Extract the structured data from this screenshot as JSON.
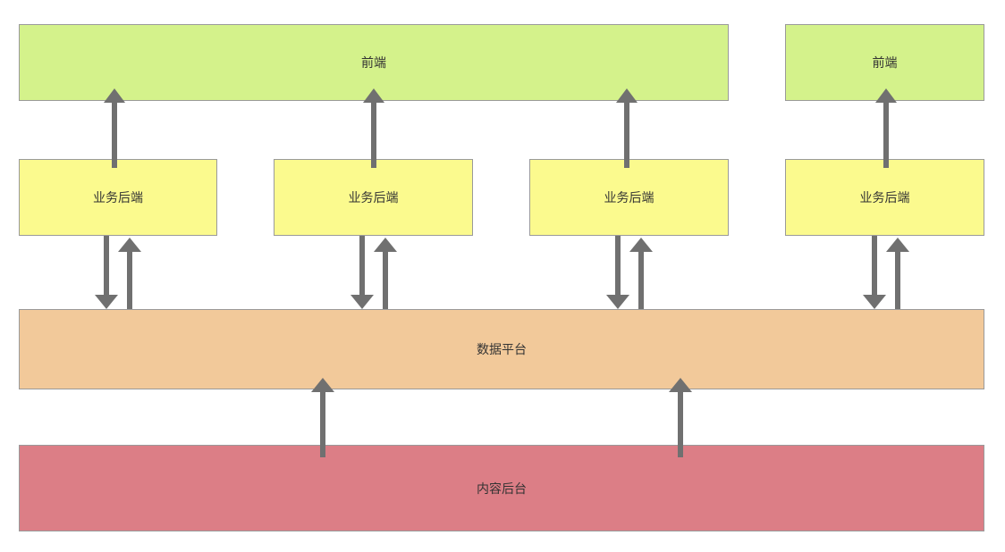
{
  "frontends": [
    {
      "label": "前端"
    },
    {
      "label": "前端"
    }
  ],
  "business_backends": [
    {
      "label": "业务后端"
    },
    {
      "label": "业务后端"
    },
    {
      "label": "业务后端"
    },
    {
      "label": "业务后端"
    }
  ],
  "data_platform": {
    "label": "数据平台"
  },
  "content_backend": {
    "label": "内容后台"
  },
  "colors": {
    "frontend": "#d4f28b",
    "business_backend": "#fbfa8e",
    "data_platform": "#f2c99a",
    "content_backend": "#dc7e86",
    "arrow": "#707070"
  }
}
